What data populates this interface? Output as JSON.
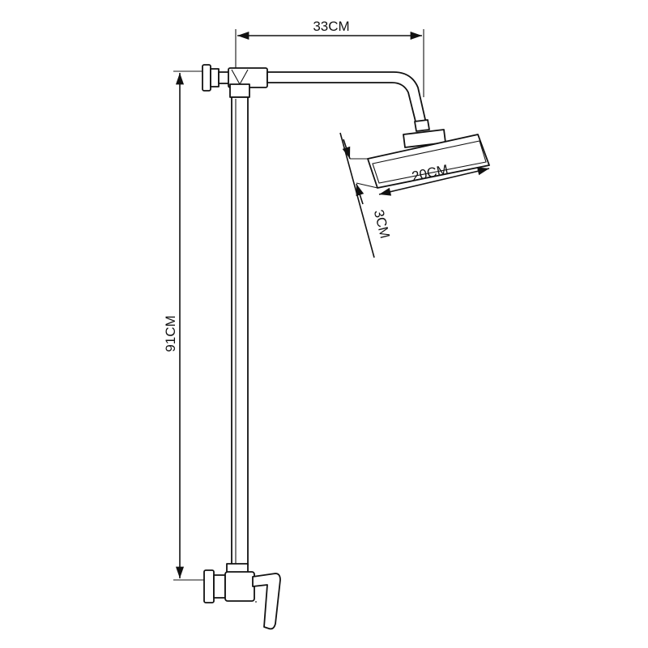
{
  "dimensions": {
    "arm_reach": "33CM",
    "head_width": "20CM",
    "head_thickness": "3CM",
    "riser_height": "91CM"
  }
}
